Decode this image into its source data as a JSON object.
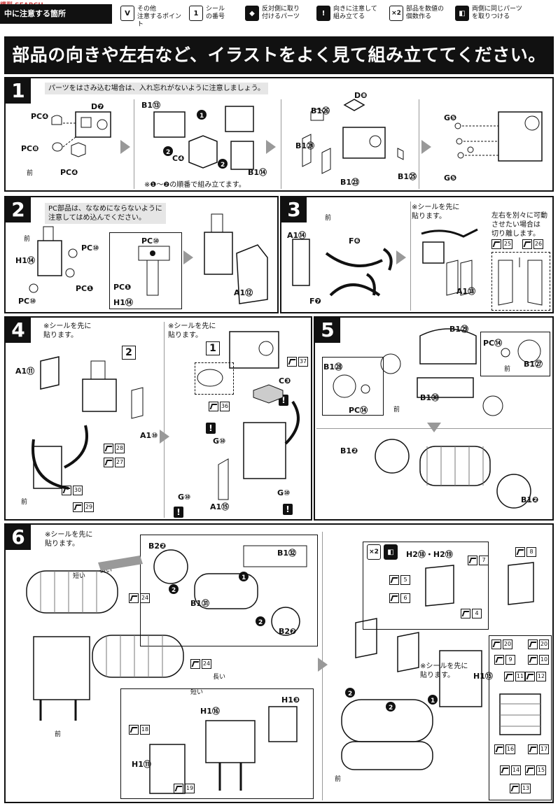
{
  "watermark": "模型 SEARCH",
  "legend": {
    "title": "中に注意する箇所",
    "items": [
      {
        "icon": "V",
        "text": "その他\n注意するポイント"
      },
      {
        "icon": "1",
        "text": "シール\nの番号"
      },
      {
        "icon": "◆",
        "text": "反対側に取り\n付けるパーツ"
      },
      {
        "icon": "!",
        "text": "向きに注意して\n組み立てる"
      },
      {
        "icon": "×2",
        "text": "部品を数値の\n個数作る"
      },
      {
        "icon": "◧",
        "text": "両側に同じパーツ\nを取りつける"
      }
    ]
  },
  "headline": "部品の向きや左右など、イラストをよく見て組み立ててください。",
  "step1": {
    "number": "1",
    "note": "パーツをはさみ込む場合は、入れ忘れがないように注意しましょう。",
    "labels": [
      "PC❹",
      "D❼",
      "PC❽",
      "PC❹",
      "前",
      "B1⑬",
      "C❹",
      "B1⑭",
      "D❽",
      "B1㉖",
      "B1㉔",
      "B1㉓",
      "B1㉕",
      "G❺",
      "G❺"
    ],
    "order_note": "※❶～❷の順番で組み立てます。"
  },
  "step2": {
    "number": "2",
    "note": "PC部品は、ななめにならないように\n注意してはめ込んでください。",
    "labels": [
      "前",
      "H1⑭",
      "PC⑩",
      "PC❶",
      "PC⑩",
      "PC⑩",
      "PC❶",
      "H1⑭",
      "A1⑫"
    ]
  },
  "step3": {
    "number": "3",
    "labels": [
      "前",
      "A1⑭",
      "F❻",
      "F❼",
      "A1⑬"
    ],
    "sticker_note": "※シールを先に\n貼ります。",
    "side_note": "左右を別々に可動\nさせたい場合は\n切り離します。",
    "stickers": [
      "25",
      "26"
    ]
  },
  "step4": {
    "number": "4",
    "sticker_note": "※シールを先に\n貼ります。",
    "sticker_note2": "※シールを先に\n貼ります。",
    "labels": [
      "A1⑪",
      "A1⑩",
      "前",
      "C❸",
      "G⑩",
      "G⑩",
      "G⑩",
      "A1⑮"
    ],
    "stickers": [
      "28",
      "27",
      "30",
      "29",
      "37",
      "36"
    ],
    "sub_numbers": [
      "2",
      "1"
    ]
  },
  "step5": {
    "number": "5",
    "labels": [
      "B1㉙",
      "PC⑭",
      "B1㉗",
      "前",
      "B1㉘",
      "PC⑭",
      "B1㉚",
      "前",
      "B1❷",
      "B1❷"
    ]
  },
  "step6": {
    "number": "6",
    "sticker_note": "※シールを先に\n貼ります。",
    "sticker_note2": "※シールを先に\n貼ります。",
    "labels": [
      "短い",
      "長い",
      "長い",
      "短い",
      "B2❷",
      "B1㉜",
      "B1㉛",
      "B2❷",
      "H1⑯",
      "H1❸",
      "H1⑪",
      "前",
      "H2⑱・H2⑲",
      "H1⑮",
      "前"
    ],
    "stickers": [
      "24",
      "24",
      "18",
      "19",
      "7",
      "5",
      "6",
      "4",
      "8",
      "20",
      "20",
      "9",
      "10",
      "11",
      "12",
      "16",
      "17",
      "14",
      "15",
      "13"
    ]
  }
}
